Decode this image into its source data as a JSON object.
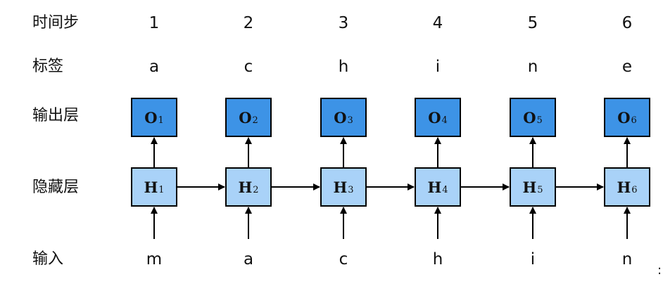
{
  "row_labels": {
    "time_step": "时间步",
    "label": "标签",
    "output_layer": "输出层",
    "hidden_layer": "隐藏层",
    "input": "输入"
  },
  "time_steps": [
    "1",
    "2",
    "3",
    "4",
    "5",
    "6"
  ],
  "labels": [
    "a",
    "c",
    "h",
    "i",
    "n",
    "e"
  ],
  "inputs": [
    "m",
    "a",
    "c",
    "h",
    "i",
    "n"
  ],
  "output_nodes": [
    {
      "letter": "O",
      "index": "1"
    },
    {
      "letter": "O",
      "index": "2"
    },
    {
      "letter": "O",
      "index": "3"
    },
    {
      "letter": "O",
      "index": "4"
    },
    {
      "letter": "O",
      "index": "5"
    },
    {
      "letter": "O",
      "index": "6"
    }
  ],
  "hidden_nodes": [
    {
      "letter": "H",
      "index": "1"
    },
    {
      "letter": "H",
      "index": "2"
    },
    {
      "letter": "H",
      "index": "3"
    },
    {
      "letter": "H",
      "index": "4"
    },
    {
      "letter": "H",
      "index": "5"
    },
    {
      "letter": "H",
      "index": "6"
    }
  ],
  "trailing_mark": ":",
  "colors": {
    "output_fill": "#3d93e6",
    "hidden_fill": "#a9d2f8",
    "stroke": "#000000"
  }
}
